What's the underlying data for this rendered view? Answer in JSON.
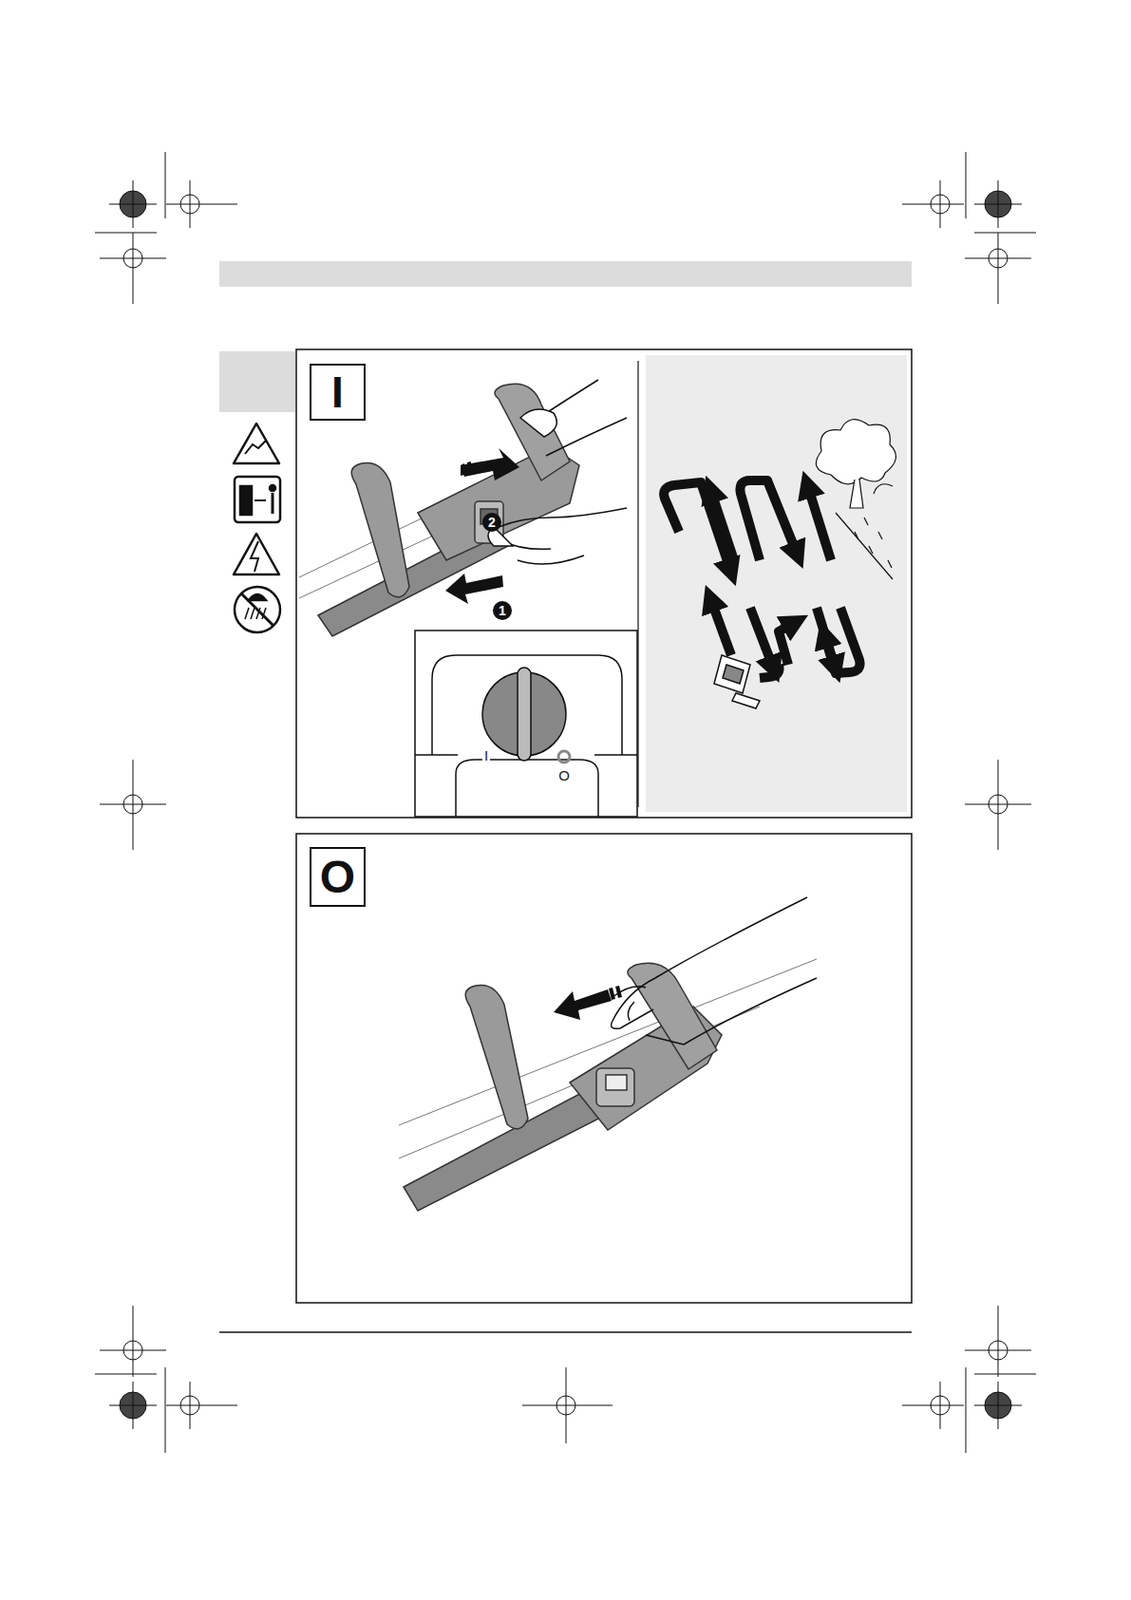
{
  "diagram": {
    "nodes": [
      {
        "text": [
          "I"
        ]
      },
      {
        "text": [
          "O"
        ]
      }
    ],
    "labels": [
      "2",
      "1",
      "I",
      "O"
    ]
  }
}
